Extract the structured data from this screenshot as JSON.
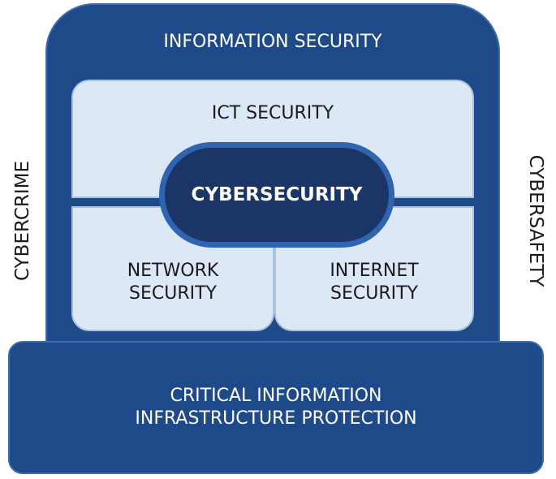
{
  "diagram": {
    "outer": {
      "label": "INFORMATION SECURITY"
    },
    "ict": {
      "label": "ICT SECURITY"
    },
    "core": {
      "label": "CYBERSECURITY"
    },
    "network": {
      "line1": "NETWORK",
      "line2": "SECURITY"
    },
    "internet": {
      "line1": "INTERNET",
      "line2": "SECURITY"
    },
    "base": {
      "line1": "CRITICAL INFORMATION",
      "line2": "INFRASTRUCTURE PROTECTION"
    },
    "left_side": {
      "label": "CYBERCRIME"
    },
    "right_side": {
      "label": "CYBERSAFETY"
    }
  },
  "colors": {
    "dark_blue": "#1f4a8a",
    "core_blue": "#1a3566",
    "light_panel": "#dce8f5"
  }
}
